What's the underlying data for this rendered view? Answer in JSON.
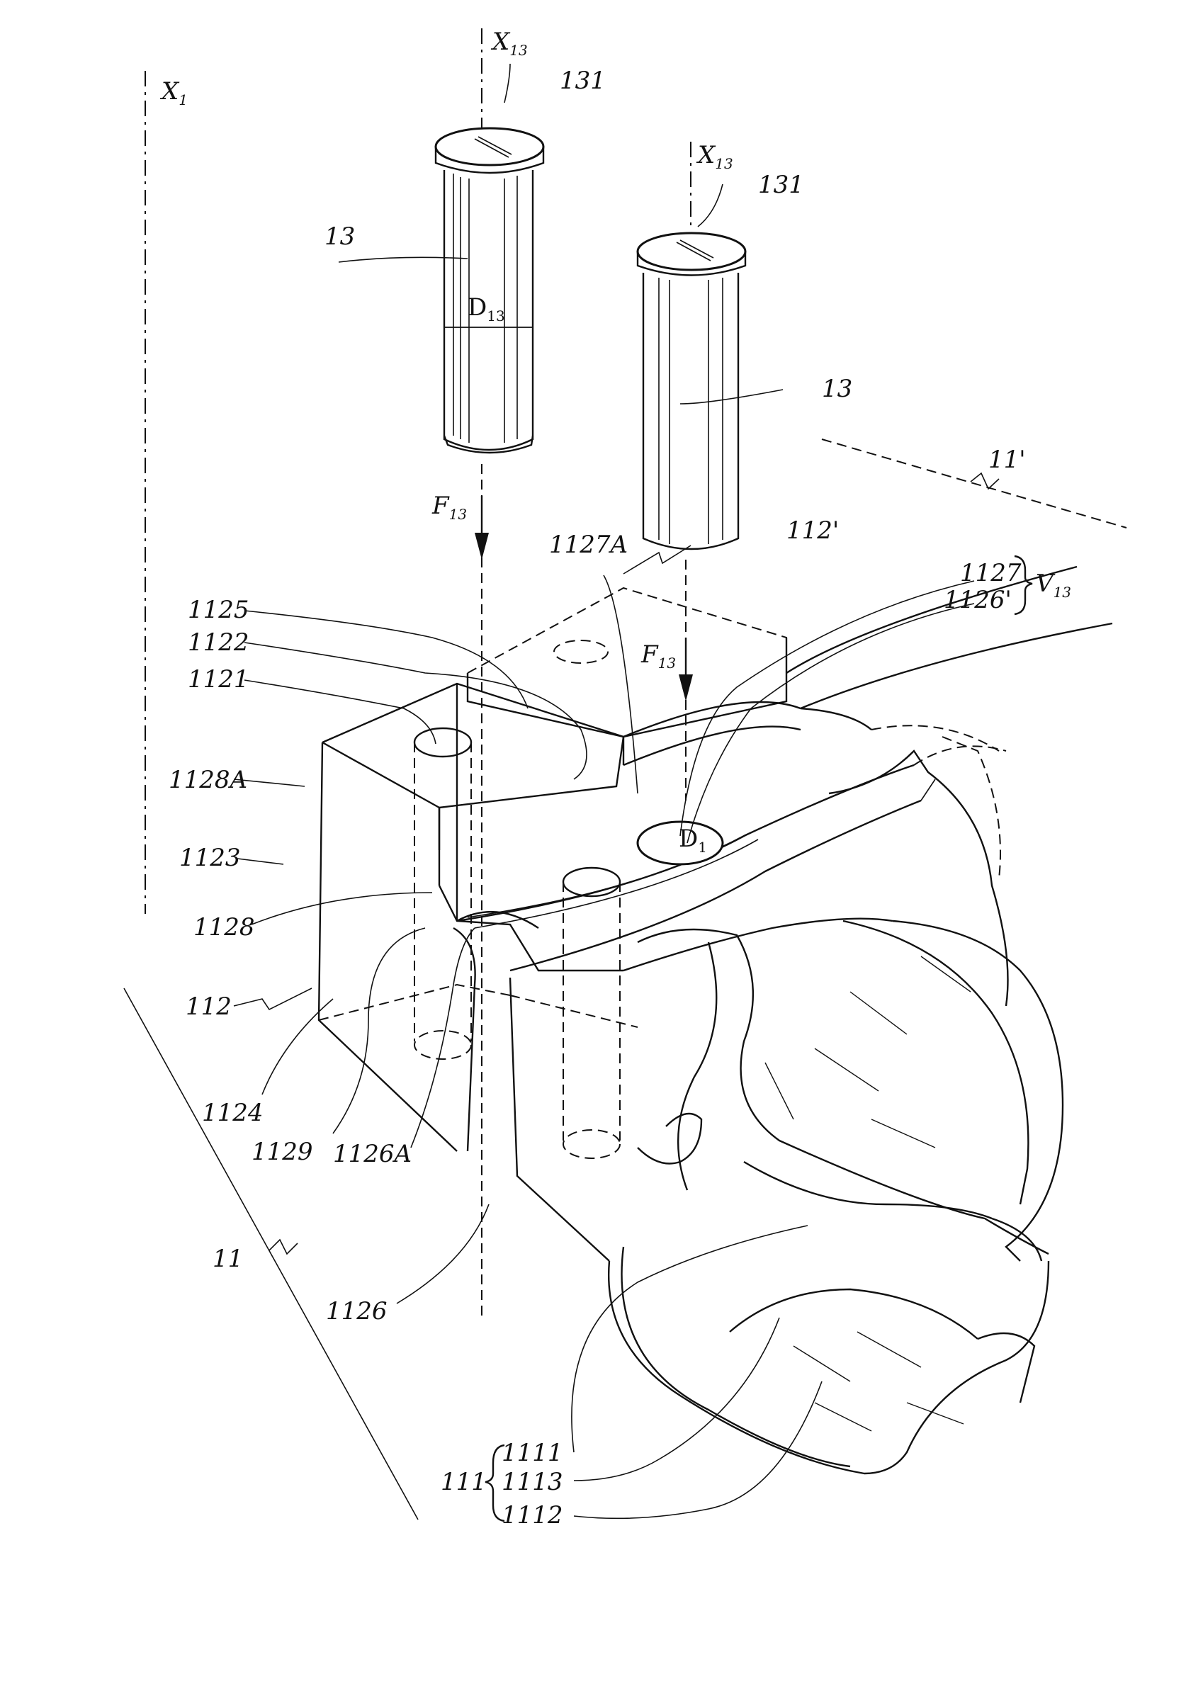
{
  "figure": {
    "labels": {
      "x1": "X",
      "x1_sub": "1",
      "x13_left": "X",
      "x13_left_sub": "13",
      "x13_right": "X",
      "x13_right_sub": "13",
      "l131_left": "131",
      "l131_right": "131",
      "l13_left": "13",
      "l13_right": "13",
      "d13": "D",
      "d13_sub": "13",
      "f13_left": "F",
      "f13_left_sub": "13",
      "f13_right": "F",
      "f13_right_sub": "13",
      "l11prime": "11'",
      "l112prime": "112'",
      "l1127A": "1127A",
      "l1127": "1127",
      "l1126prime": "1126'",
      "v13": "V",
      "v13_sub": "13",
      "l1125": "1125",
      "l1122": "1122",
      "l1121": "1121",
      "l1128A": "1128A",
      "l1123": "1123",
      "l1128": "1128",
      "l112": "112",
      "l1124": "1124",
      "l1129": "1129",
      "l1126A": "1126A",
      "l11": "11",
      "l1126": "1126",
      "l111": "111",
      "l1111": "1111",
      "l1113": "1113",
      "l1112": "1112",
      "d1": "D",
      "d1_sub": "1"
    }
  }
}
